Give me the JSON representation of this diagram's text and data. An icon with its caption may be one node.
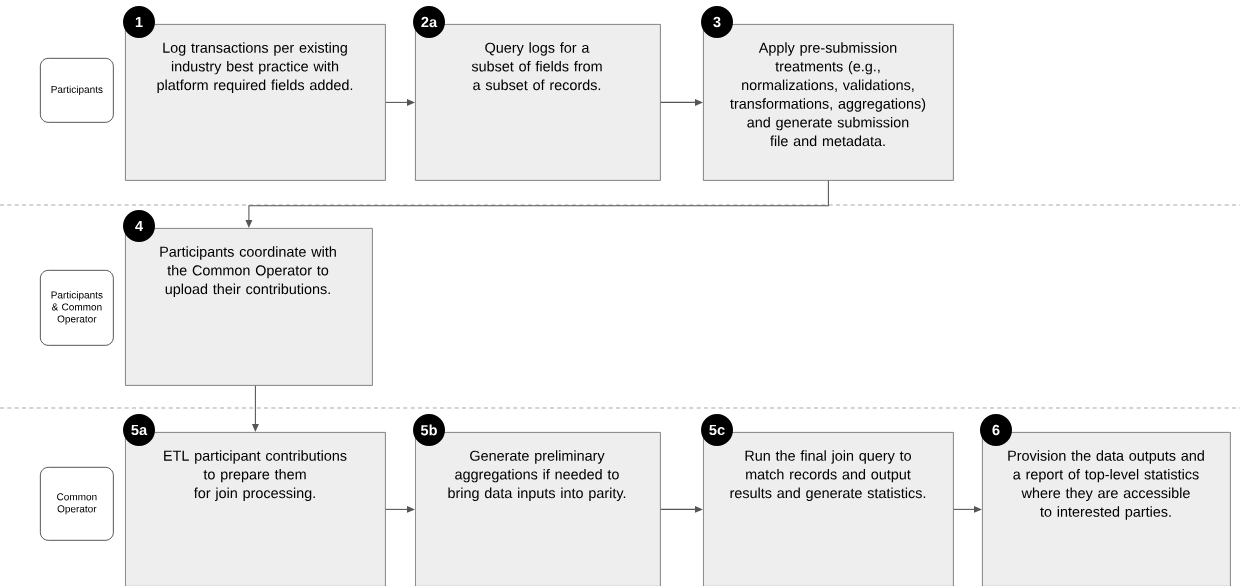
{
  "diagram": {
    "nodes": [
      {
        "text": [
          "Participants"
        ]
      },
      {
        "text": [
          "1",
          "Log transactions per existing industry best practice with platform required fields added."
        ]
      },
      {
        "text": [
          "2a",
          "Query logs for a subset of fields from a subset of records."
        ]
      },
      {
        "text": [
          "3",
          "Apply pre-submission treatments (e.g., normalizations, validations, transformations, aggregations) and generate submission file and metadata."
        ]
      },
      {
        "text": [
          "Participants & Common Operator"
        ]
      },
      {
        "text": [
          "4",
          "Participants coordinate with the Common Operator to upload their contributions."
        ]
      },
      {
        "text": [
          "Common Operator"
        ]
      },
      {
        "text": [
          "5a",
          "ETL participant contributions to prepare them for join processing."
        ]
      },
      {
        "text": [
          "5b",
          "Generate preliminary aggregations if needed to bring data inputs into parity."
        ]
      },
      {
        "text": [
          "5c",
          "Run the final join query to match records and output results and generate statistics."
        ]
      },
      {
        "text": [
          "6",
          "Provision the data outputs and a report of top-level statistics where they are accessible to interested parties."
        ]
      }
    ],
    "edges": [
      {
        "from": 1,
        "to": 2,
        "arrow": "to"
      },
      {
        "from": 2,
        "to": 3,
        "arrow": "to"
      },
      {
        "from": 3,
        "to": 5,
        "arrow": "to"
      },
      {
        "from": 5,
        "to": 7,
        "arrow": "to"
      },
      {
        "from": 7,
        "to": 8,
        "arrow": "to"
      },
      {
        "from": 8,
        "to": 9,
        "arrow": "to"
      },
      {
        "from": 9,
        "to": 10,
        "arrow": "to"
      }
    ]
  }
}
